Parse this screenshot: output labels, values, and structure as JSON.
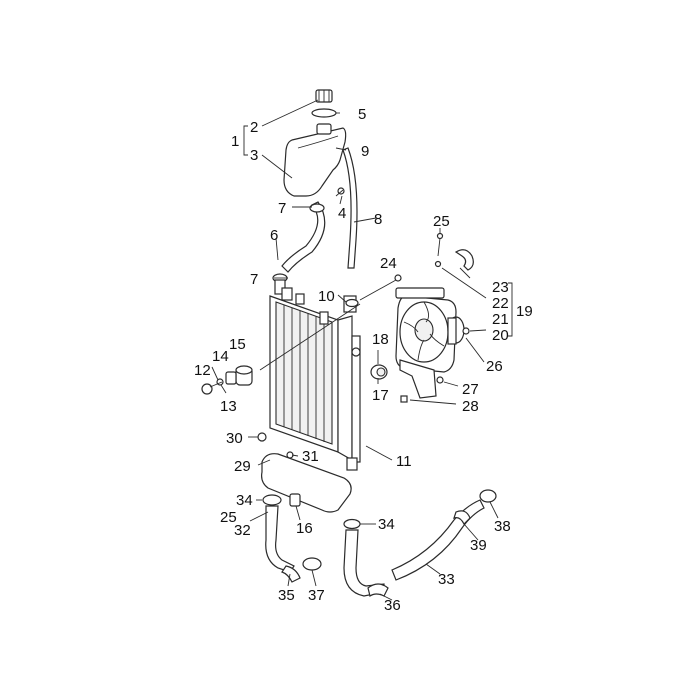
{
  "callouts": {
    "n1": "1",
    "n2": "2",
    "n3": "3",
    "n4": "4",
    "n5": "5",
    "n6": "6",
    "n7a": "7",
    "n7b": "7",
    "n8": "8",
    "n9": "9",
    "n10": "10",
    "n11": "11",
    "n12": "12",
    "n13": "13",
    "n14": "14",
    "n15": "15",
    "n16": "16",
    "n17": "17",
    "n18": "18",
    "n19": "19",
    "n20": "20",
    "n21": "21",
    "n22": "22",
    "n23": "23",
    "n24": "24",
    "n25a": "25",
    "n25b": "25",
    "n26": "26",
    "n27": "27",
    "n28": "28",
    "n29": "29",
    "n30": "30",
    "n31": "31",
    "n32": "32",
    "n33": "33",
    "n34a": "34",
    "n34b": "34",
    "n35": "35",
    "n36": "36",
    "n37": "37",
    "n38": "38",
    "n39": "39"
  },
  "colors": {
    "line": "#2b2b2b",
    "fill": "#ffffff",
    "text": "#111111"
  }
}
